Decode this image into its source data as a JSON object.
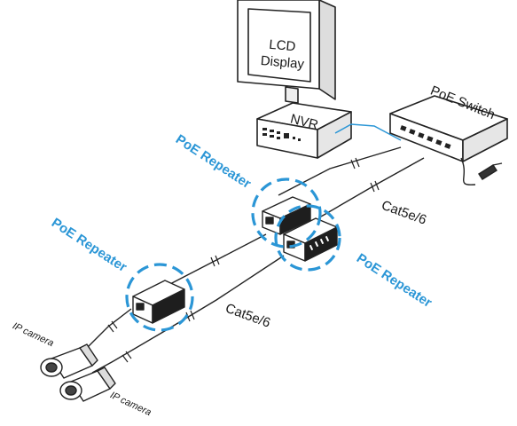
{
  "colors": {
    "accent": "#2b96d6",
    "line": "#222222",
    "background": "#ffffff"
  },
  "labels": {
    "lcd_line1": "LCD",
    "lcd_line2": "Display",
    "nvr": "NVR",
    "poe_switch": "PoE Switch",
    "repeater_top": "PoE Repeater",
    "repeater_left": "PoE Repeater",
    "repeater_right": "PoE Repeater",
    "cable_upper": "Cat5e/6",
    "cable_lower": "Cat5e/6",
    "camera_1": "IP camera",
    "camera_2": "IP camera"
  },
  "icons": [
    "lcd-monitor-icon",
    "nvr-recorder-icon",
    "poe-switch-icon",
    "power-adapter-icon",
    "poe-repeater-icon",
    "ip-camera-icon",
    "ethernet-cable-icon"
  ]
}
